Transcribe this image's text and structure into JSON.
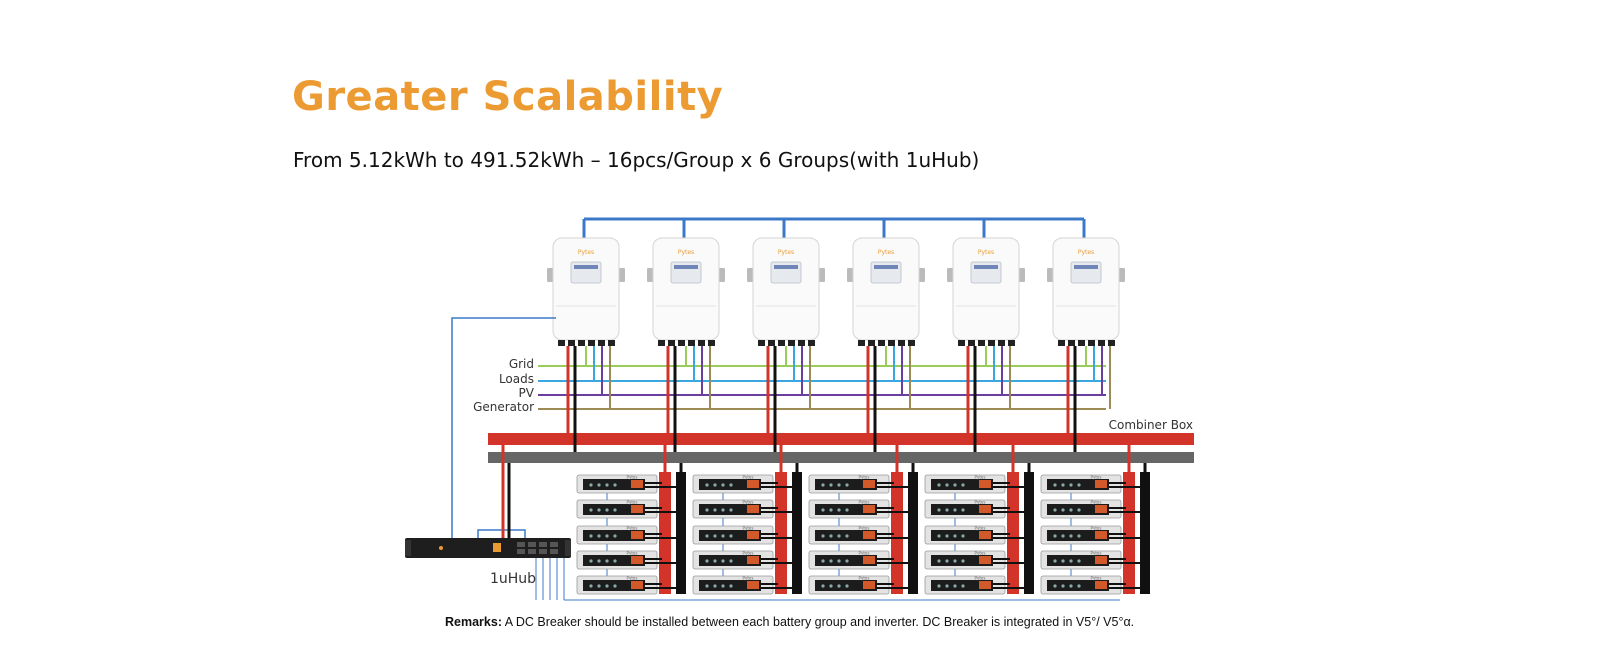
{
  "header": {
    "title": "Greater Scalability",
    "subtitle": "From 5.12kWh to 491.52kWh – 16pcs/Group x 6 Groups(with 1uHub)"
  },
  "diagram": {
    "inverter_brand": "Pytes",
    "battery_brand": "Pytes",
    "inverter_count": 6,
    "battery_group_count": 5,
    "batteries_per_group_shown": 5,
    "legend": [
      {
        "label": "Grid",
        "color": "#9ACD5A"
      },
      {
        "label": "Loads",
        "color": "#3BA7E0"
      },
      {
        "label": "PV",
        "color": "#6B3FA0"
      },
      {
        "label": "Generator",
        "color": "#9C8B55"
      }
    ],
    "combiner_label": "Combiner Box",
    "hub_label": "1uHub",
    "colors": {
      "comm_line": "#3C78C8",
      "dc_positive": "#D2342A",
      "dc_negative": "#111111",
      "bus_negative": "#666666",
      "accent": "#EC9B33"
    }
  },
  "remarks": {
    "label": "Remarks:",
    "text": " A DC Breaker should be installed between each battery group and inverter. DC Breaker is integrated in V5°/ V5°α."
  }
}
